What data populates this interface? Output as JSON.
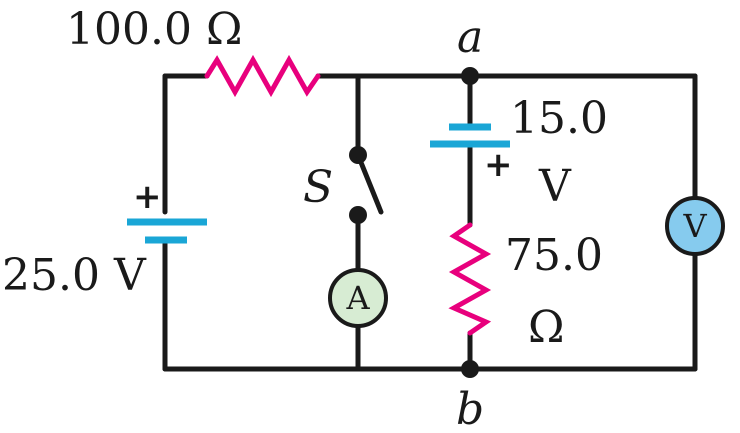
{
  "labels": {
    "r1": "100.0 Ω",
    "r2_value": "75.0",
    "r2_unit": "Ω",
    "e1": "25.0 V",
    "e2_value": "15.0",
    "e2_unit": "V",
    "node_a": "a",
    "node_b": "b",
    "switch": "S",
    "ammeter": "A",
    "voltmeter": "V",
    "plus": "+"
  },
  "colors": {
    "wire": "#1a1a1a",
    "resistor": "#e8007d",
    "battery": "#1aa6d6",
    "ammeter_fill": "#d7ecd3",
    "voltmeter_fill": "#86cbee"
  }
}
